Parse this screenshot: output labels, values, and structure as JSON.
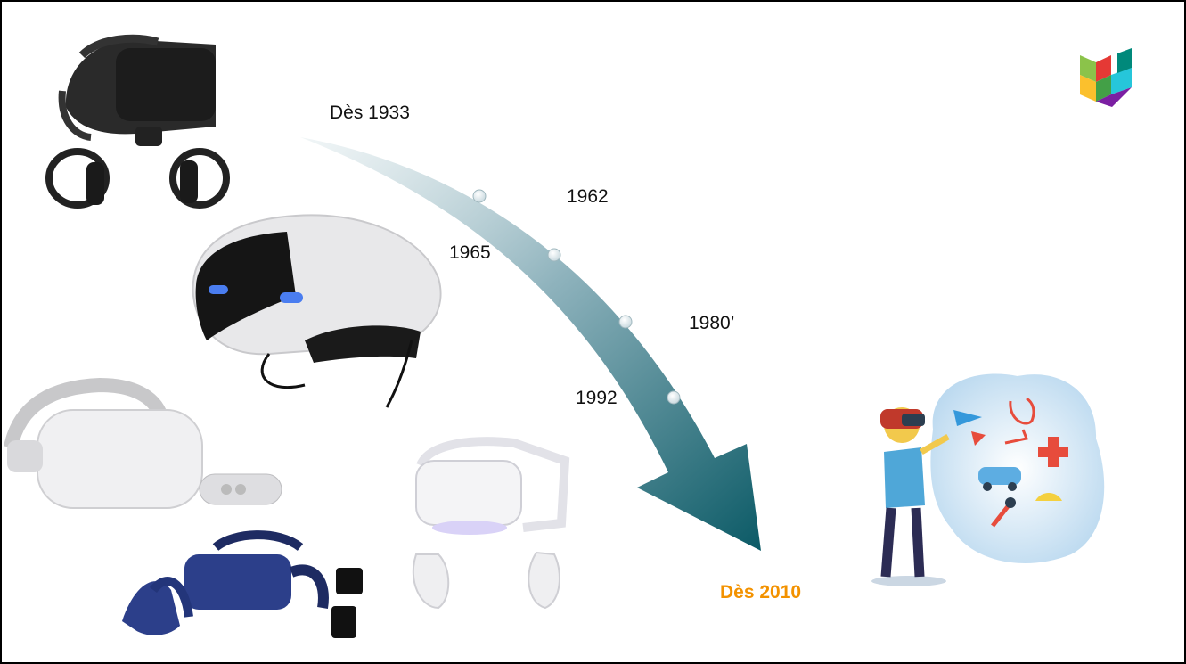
{
  "timeline": {
    "start_label": "Dès 1933",
    "milestones": [
      "1962",
      "1965",
      "1980’",
      "1992"
    ],
    "end_label": "Dès 2010",
    "highlight_color": "#f39200"
  },
  "images": [
    {
      "name": "oculus-rift-headset-icon"
    },
    {
      "name": "playstation-vr-headset-icon"
    },
    {
      "name": "oculus-go-headset-icon"
    },
    {
      "name": "htc-vive-pro-headset-icon"
    },
    {
      "name": "oculus-quest-2-headset-icon"
    },
    {
      "name": "vr-user-illustration"
    },
    {
      "name": "logo-icon"
    }
  ]
}
